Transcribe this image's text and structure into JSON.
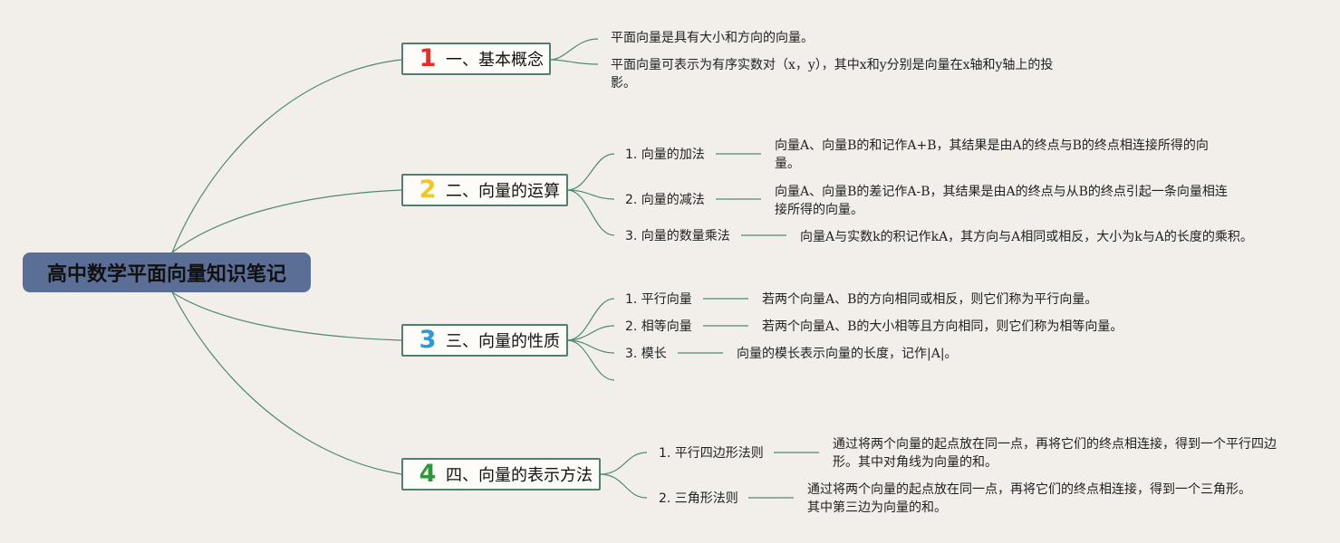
{
  "root": {
    "title": "高中数学平面向量知识笔记"
  },
  "branches": [
    {
      "num": "1",
      "num_color": "#e0302c",
      "label": "一、基本概念",
      "leaves": [
        "平面向量是具有大小和方向的向量。",
        "平面向量可表示为有序实数对（x，y），其中x和y分别是向量在x轴和y轴上的投影。"
      ]
    },
    {
      "num": "2",
      "num_color": "#f0c81e",
      "label": "二、向量的运算",
      "subs": [
        {
          "label": "1. 向量的加法",
          "desc": "向量A、向量B的和记作A+B，其结果是由A的终点与B的终点相连接所得的向量。"
        },
        {
          "label": "2. 向量的减法",
          "desc": "向量A、向量B的差记作A-B，其结果是由A的终点与从B的终点引起一条向量相连接所得的向量。"
        },
        {
          "label": "3. 向量的数量乘法",
          "desc": "向量A与实数k的积记作kA，其方向与A相同或相反，大小为k与A的长度的乘积。"
        }
      ]
    },
    {
      "num": "3",
      "num_color": "#2a9ad8",
      "label": "三、向量的性质",
      "subs": [
        {
          "label": "1. 平行向量",
          "desc": "若两个向量A、B的方向相同或相反，则它们称为平行向量。"
        },
        {
          "label": "2. 相等向量",
          "desc": "若两个向量A、B的大小相等且方向相同，则它们称为相等向量。"
        },
        {
          "label": "3. 模长",
          "desc": "向量的模长表示向量的长度，记作|A|。"
        }
      ]
    },
    {
      "num": "4",
      "num_color": "#2a9a3a",
      "label": "四、向量的表示方法",
      "subs": [
        {
          "label": "1. 平行四边形法则",
          "desc": "通过将两个向量的起点放在同一点，再将它们的终点相连接，得到一个平行四边形。其中对角线为向量的和。"
        },
        {
          "label": "2. 三角形法则",
          "desc": "通过将两个向量的起点放在同一点，再将它们的终点相连接，得到一个三角形。其中第三边为向量的和。"
        }
      ]
    }
  ],
  "colors": {
    "line": "#4f8a72",
    "root_bg": "#5b6f96",
    "background": "#f2eee9"
  }
}
